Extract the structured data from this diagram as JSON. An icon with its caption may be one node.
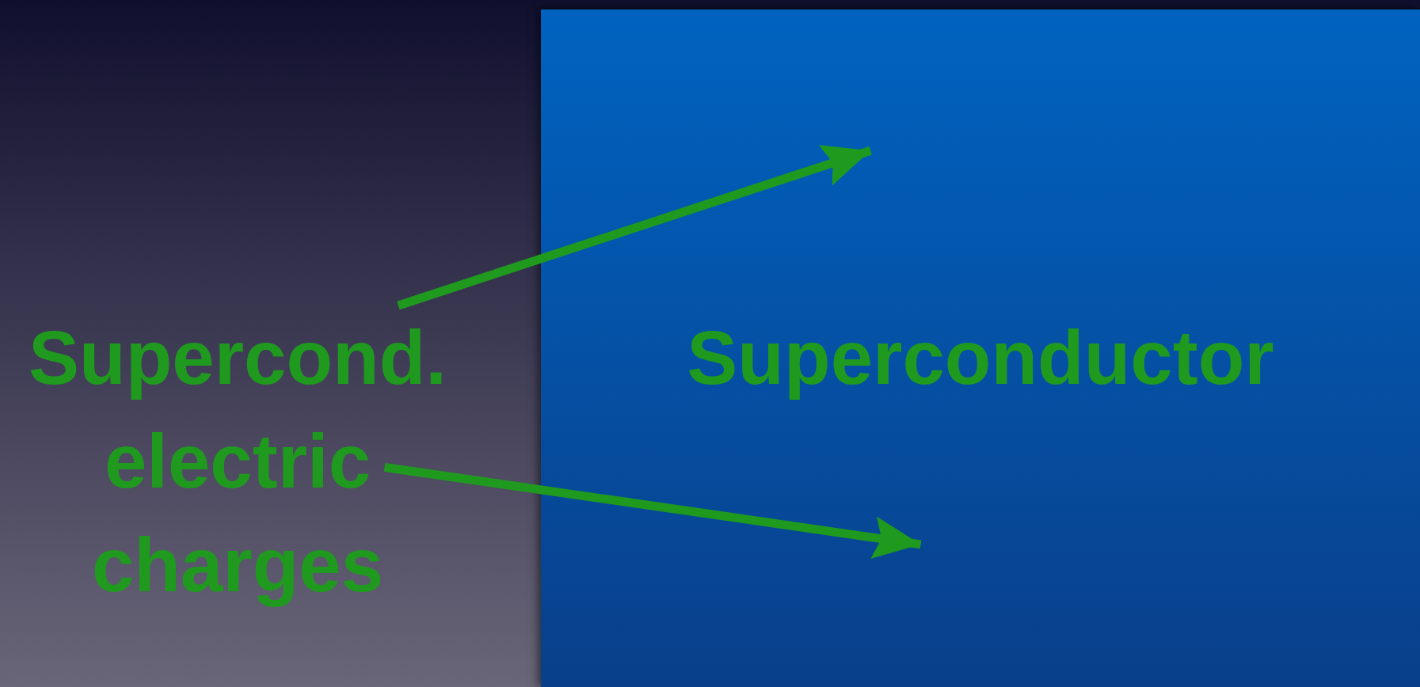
{
  "diagram": {
    "nodes": [
      {
        "text": [
          "Supercond. electric charges"
        ]
      },
      {
        "text": [
          "Superconductor"
        ]
      }
    ],
    "edges": [
      {
        "from": 0,
        "to": 1,
        "arrow": "to"
      },
      {
        "from": 0,
        "to": 1,
        "arrow": "to"
      }
    ]
  }
}
